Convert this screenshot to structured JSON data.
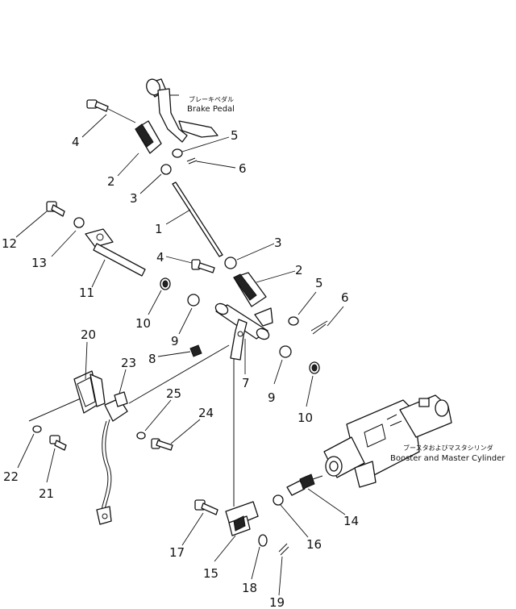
{
  "labels": {
    "brake_pedal_jp": "ブレーキペダル",
    "brake_pedal_en": "Brake Pedal",
    "booster_jp": "ブースタおよびマスタシリンダ",
    "booster_en": "Booster and Master Cylinder"
  },
  "callouts": [
    {
      "id": "c4a",
      "text": "4"
    },
    {
      "id": "c5a",
      "text": "5"
    },
    {
      "id": "c6a",
      "text": "6"
    },
    {
      "id": "c2a",
      "text": "2"
    },
    {
      "id": "c3a",
      "text": "3"
    },
    {
      "id": "c1",
      "text": "1"
    },
    {
      "id": "c12",
      "text": "12"
    },
    {
      "id": "c13",
      "text": "13"
    },
    {
      "id": "c3b",
      "text": "3"
    },
    {
      "id": "c4b",
      "text": "4"
    },
    {
      "id": "c2b",
      "text": "2"
    },
    {
      "id": "c11",
      "text": "11"
    },
    {
      "id": "c5b",
      "text": "5"
    },
    {
      "id": "c6b",
      "text": "6"
    },
    {
      "id": "c10a",
      "text": "10"
    },
    {
      "id": "c9a",
      "text": "9"
    },
    {
      "id": "c20",
      "text": "20"
    },
    {
      "id": "c8",
      "text": "8"
    },
    {
      "id": "c23",
      "text": "23"
    },
    {
      "id": "c7",
      "text": "7"
    },
    {
      "id": "c9b",
      "text": "9"
    },
    {
      "id": "c10b",
      "text": "10"
    },
    {
      "id": "c25",
      "text": "25"
    },
    {
      "id": "c24",
      "text": "24"
    },
    {
      "id": "c22",
      "text": "22"
    },
    {
      "id": "c21",
      "text": "21"
    },
    {
      "id": "c14",
      "text": "14"
    },
    {
      "id": "c16",
      "text": "16"
    },
    {
      "id": "c17",
      "text": "17"
    },
    {
      "id": "c15",
      "text": "15"
    },
    {
      "id": "c18",
      "text": "18"
    },
    {
      "id": "c19",
      "text": "19"
    }
  ]
}
